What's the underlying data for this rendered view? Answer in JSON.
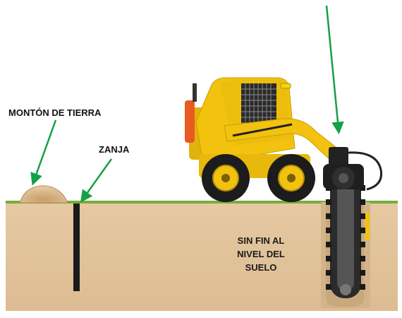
{
  "labels": {
    "mound": "MONTÓN DE TIERRA",
    "trench": "ZANJA",
    "chain_line1": "SIN FIN AL",
    "chain_line2": "NIVEL DEL",
    "chain_line3": "SUELO"
  },
  "colors": {
    "soil": "#e0c29a",
    "soil_border": "#b99a70",
    "grass": "#78ad3c",
    "arrow": "#14a046",
    "machine_yellow": "#f2c20e",
    "machine_dark": "#1c1c1c",
    "label_text": "#111111",
    "chain_label_text": "#1a1a1a"
  }
}
